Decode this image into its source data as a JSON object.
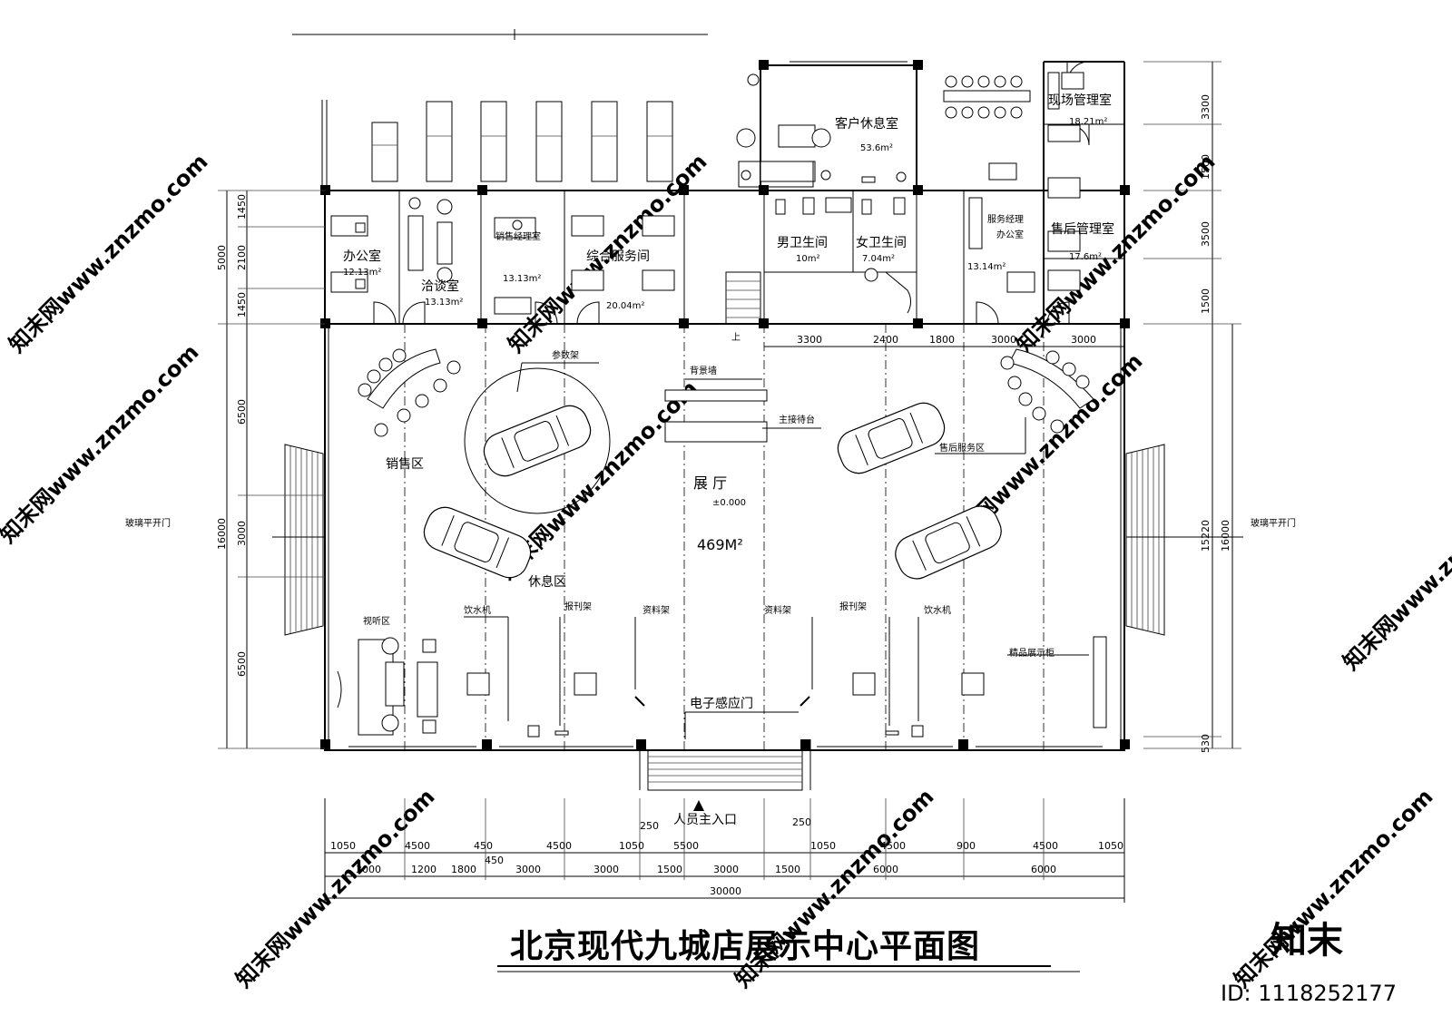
{
  "title": "北京现代九城店展示中心平面图",
  "rooms": {
    "office": {
      "name": "办公室",
      "area": "12.13m²"
    },
    "negotiation": {
      "name": "洽谈室",
      "area": "13.13m²"
    },
    "sales_manager": {
      "name": "销售经理室",
      "area": "13.13m²"
    },
    "general_service": {
      "name": "综合服务间",
      "area": "20.04m²"
    },
    "customer_lounge": {
      "name": "客户休息室",
      "area": "53.6m²"
    },
    "mens_wc": {
      "name": "男卫生间",
      "area": "10m²"
    },
    "womens_wc": {
      "name": "女卫生间",
      "area": "7.04m²"
    },
    "service_manager": {
      "name": "服务经理",
      "name2": "办公室",
      "area": "13.14m²"
    },
    "site_management": {
      "name": "现场管理室",
      "area": "18.21m²"
    },
    "aftersales_management": {
      "name": "售后管理室",
      "area": "17.6m²"
    }
  },
  "hall": {
    "name": "展  厅",
    "elevation": "±0.000",
    "area": "469M²"
  },
  "labels": {
    "param_rack": "参数架",
    "backdrop_wall": "背景墙",
    "reception_desk": "主接待台",
    "sales_area": "销售区",
    "aftersales_area": "售后服务区",
    "rest_area": "休息区",
    "av_area": "视听区",
    "water_left": "饮水机",
    "water_right": "饮水机",
    "magazine_left": "报刊架",
    "magazine_right": "报刊架",
    "brochure_left": "资料架",
    "brochure_right": "资料架",
    "sensor_door": "电子感应门",
    "display_cabinet": "精品展示柜",
    "glass_door_left": "玻璃平开门",
    "glass_door_right": "玻璃平开门",
    "main_entrance": "人员主入口",
    "up": "上"
  },
  "dims": {
    "top_row": [
      "3300",
      "2400",
      "1800",
      "3000",
      "3000"
    ],
    "bottom_row1": [
      "1050",
      "4500",
      "450",
      "4500",
      "1050",
      "5500",
      "1050",
      "4500",
      "900",
      "4500",
      "1050"
    ],
    "bottom_row2": [
      "3000",
      "1200",
      "1800",
      "3000",
      "3000",
      "1500",
      "3000",
      "1500",
      "6000",
      "6000"
    ],
    "bottom_extra": [
      "450",
      "250",
      "250"
    ],
    "total": "30000",
    "left_upper": [
      "1450",
      "2100",
      "1450"
    ],
    "left_upper_total": "5000",
    "left_lower": [
      "6500",
      "3000",
      "6500"
    ],
    "left_lower_total": "16000",
    "right_upper": [
      "3300",
      "1500",
      "3500",
      "1500"
    ],
    "right_lower": "15220",
    "right_lower_total": "16000",
    "right_bottom": "530"
  },
  "watermark": {
    "text": "知末网www.znzmo.com",
    "logo": "知末",
    "id": "ID: 1118252177"
  }
}
